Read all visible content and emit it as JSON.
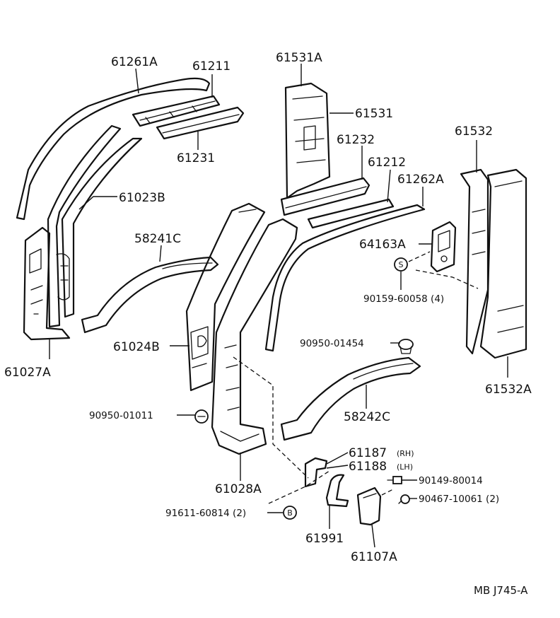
{
  "labels": {
    "p61261A": "61261A",
    "p61211": "61211",
    "p61231": "61231",
    "p61023B": "61023B",
    "p61027A": "61027A",
    "p58241C": "58241C",
    "p61024B": "61024B",
    "p61531A": "61531A",
    "p61531": "61531",
    "p61232": "61232",
    "p61212": "61212",
    "p61262A": "61262A",
    "p61532": "61532",
    "p64163A": "64163A",
    "p90159": "90159-60058 (4)",
    "p61532A": "61532A",
    "p90950_01454": "90950-01454",
    "p58242C": "58242C",
    "p90950_01011": "90950-01011",
    "p61187": "61187",
    "p61187_side": "(RH)",
    "p61188": "61188",
    "p61188_side": "(LH)",
    "p90149": "90149-80014",
    "p90467": "90467-10061 (2)",
    "p61028A": "61028A",
    "p91611": "91611-60814 (2)",
    "p61991": "61991",
    "p61107A": "61107A"
  },
  "markers": {
    "s": "S",
    "b": "B"
  },
  "reference": "MB  J745-A"
}
